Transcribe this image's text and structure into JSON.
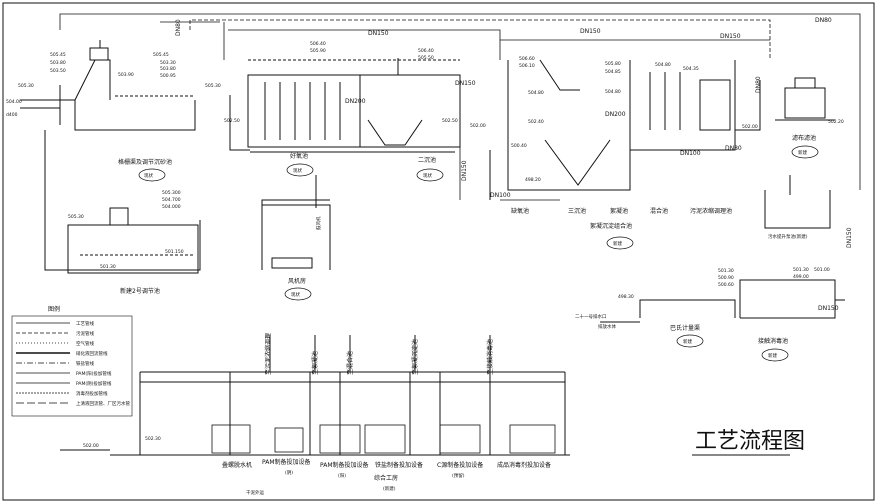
{
  "title": "工艺流程图",
  "pipes": {
    "dn80_top": "DN80",
    "dn150_a": "DN150",
    "dn150_b": "DN150",
    "dn150_c": "DN150",
    "dn150_d": "DN150",
    "dn80_right": "DN80",
    "dn80_r2": "DN80",
    "dn100_a": "DN100",
    "dn100_b": "DN100",
    "dn200_a": "DN200",
    "dn200_b": "DN200",
    "dn150_e": "DN150",
    "dn150_f": "DN150",
    "dn150_g": "DN150",
    "dn80_mid": "DN80"
  },
  "elevations": {
    "e1": "505.45",
    "e2": "503.80",
    "e3": "503.50",
    "e4": "505.30",
    "e5": "504.00",
    "e6": "d400",
    "e7": "505.45",
    "e8": "503.90",
    "e9": "503.30",
    "e10": "503.80",
    "e11": "500.95",
    "e12": "505.30",
    "e13": "506.40",
    "e14": "505.90",
    "e15": "506.40",
    "e16": "505.50",
    "e17": "502.50",
    "e18": "502.50",
    "e19": "506.60",
    "e20": "506.10",
    "e21": "502.00",
    "e22": "500.40",
    "e23": "498.20",
    "e24": "505.80",
    "e25": "504.80",
    "e26": "504.85",
    "e27": "504.80",
    "e28": "504.35",
    "e29": "504.80",
    "e30": "502.40",
    "e31": "502.00",
    "e32": "502.20",
    "e33": "505.300",
    "e34": "504.700",
    "e35": "504.000",
    "e36": "505.30",
    "e37": "501.150",
    "e38": "501.30",
    "e39": "501.30",
    "e40": "500.90",
    "e41": "500.60",
    "e42": "498.30",
    "e43": "501.30",
    "e44": "501.00",
    "e45": "499.00",
    "e46": "502.00",
    "e47": "502.30"
  },
  "units": {
    "grit": "格栅渠及调节沉砂池",
    "grit_tag": "现状",
    "aerobic": "好氧池",
    "aerobic_tag": "现状",
    "sec_clar": "二沉池",
    "sec_clar_tag": "现状",
    "blower": "风机房",
    "blower_tag": "现状",
    "anoxic": "缺氧池",
    "third": "三沉池",
    "coag": "絮凝池",
    "mix": "混合池",
    "sludge_adj": "污泥浓缩调理池",
    "combo": "絮凝沉淀组合池",
    "combo_tag": "新建",
    "filter": "滤布滤池",
    "filter_tag": "新建",
    "sump": "污水提升泵池(新建)",
    "adj2": "新建2号调节池",
    "flume": "巴氏计量渠",
    "flume_tag": "新建",
    "contact": "接触消毒池",
    "contact_tag": "新建",
    "outfall": "二十一号排水口",
    "outfall2": "排放水体"
  },
  "equipment": {
    "dewater": "叠螺脱水机",
    "pam1": "PAM制备投加设备",
    "pam1_tag": "(阴)",
    "pam2": "PAM制备投加设备",
    "pam2_tag": "(阳)",
    "iron": "铁盐制备投加设备",
    "carbon": "C源制备投加设备",
    "carbon_tag": "(预留)",
    "naclo": "成品消毒剂投加设备",
    "building": "综合工房",
    "building_tag": "(新建)",
    "sludge_out": "干泥外运",
    "to1": "至污泥浓缩调理",
    "to2": "至絮凝池",
    "to3": "至混合池",
    "to4": "至絮凝沉淀池",
    "to5": "至接触消毒池"
  },
  "legend": {
    "title": "图例",
    "items": [
      "工艺管线",
      "污泥管线",
      "空气管线",
      "硝化液回流管线",
      "铁盐管线",
      "PAM(阳)投加管线",
      "PAM(阴)投加管线",
      "消毒剂投加管线",
      "上清液回流管、厂区污水管"
    ]
  },
  "misc": {
    "blower_label": "鼓风机",
    "mid_label": "501.150"
  }
}
